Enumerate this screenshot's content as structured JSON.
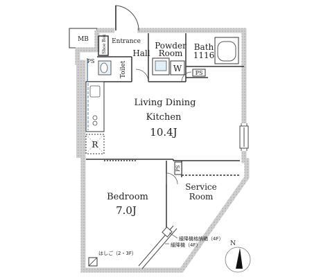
{
  "rooms": {
    "mb": "MB",
    "entrance": "Entrance",
    "shoe_box": "Shoe Box",
    "hall": "Hall",
    "powder_room_line1": "Powder",
    "powder_room_line2": "Room",
    "bath_line1": "Bath",
    "bath_line2": "1116",
    "toilet": "Toilet",
    "w": "W",
    "ps_left": "PS",
    "ps_bath": "PS",
    "ps_service": "PS",
    "living_line1": "Living Dining",
    "living_line2": "Kitchen",
    "living_size": "10.4J",
    "refrigerator": "R",
    "bedroom": "Bedroom",
    "bedroom_size": "7.0J",
    "service_line1": "Service",
    "service_line2": "Room"
  },
  "annotations": {
    "ladder": "はしご（2・3F）",
    "evac_storage": "緩降機格納箱（4F）",
    "evac_device": "緩降機（4F）"
  },
  "compass": {
    "label": "N"
  }
}
